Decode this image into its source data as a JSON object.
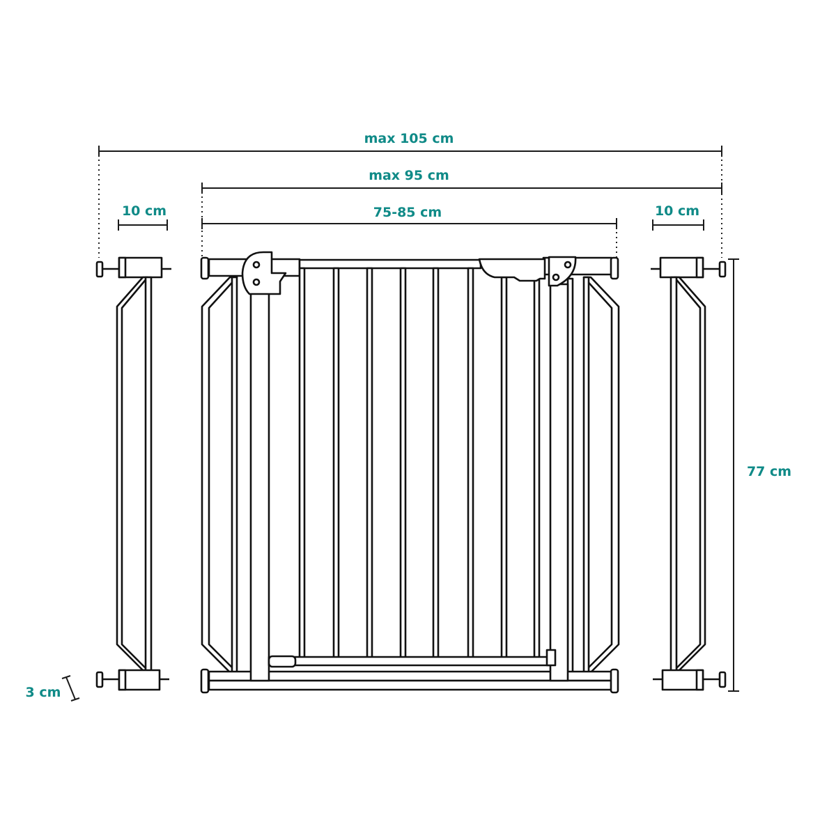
{
  "colors": {
    "label": "#0f8a87",
    "line": "#111111"
  },
  "dimensions": {
    "total_max": "max 105 cm",
    "gate_max": "max 95 cm",
    "gate_range": "75-85 cm",
    "extension_left": "10 cm",
    "extension_right": "10 cm",
    "height": "77 cm",
    "foot_depth": "3 cm"
  }
}
